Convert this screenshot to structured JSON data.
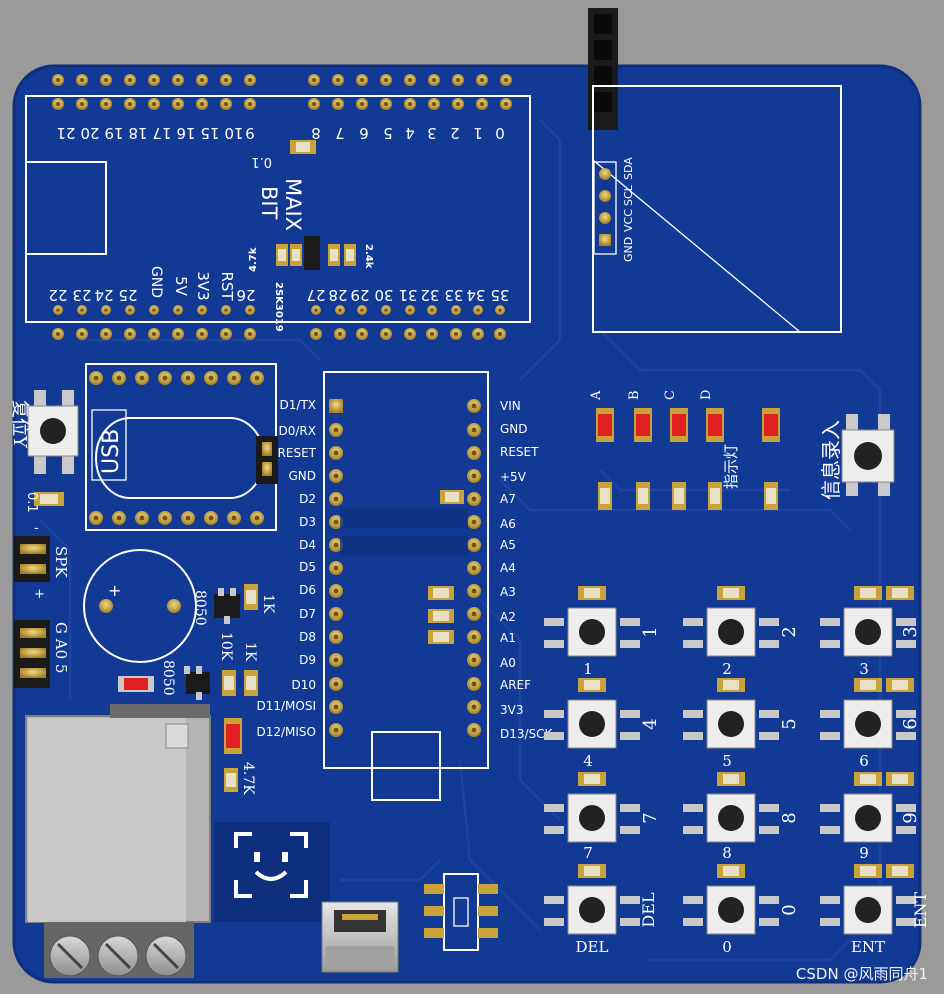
{
  "colors": {
    "background": "#9a9a9a",
    "board": "#123a94",
    "board_edge": "#0d2f7d",
    "silkscreen": "#ffffff",
    "pad_gold": "#c9a33a",
    "smd_body": "#e8e1c6",
    "led_red": "#e02020",
    "header_black": "#1a1a1a",
    "connector_gray": "#b9b9b9"
  },
  "maix_bit": {
    "name_line1": "MAIX",
    "name_line2": "BIT",
    "top_labels_left": [
      "21",
      "20",
      "19",
      "18",
      "17",
      "16",
      "15",
      "10",
      "9"
    ],
    "top_labels_right": [
      "8",
      "7",
      "6",
      "5",
      "4",
      "3",
      "2",
      "1",
      "0"
    ],
    "bottom_labels": [
      "22",
      "23",
      "24",
      "25",
      "GND",
      "5V",
      "3V3",
      "RST",
      "26",
      "27",
      "28",
      "29",
      "30",
      "31",
      "32",
      "33",
      "34",
      "35"
    ],
    "cap_label": "0.1",
    "res_left_label": "4.7k",
    "res_right_label": "2.4k",
    "mosfet_label": "2SK3019"
  },
  "oled": {
    "pins": [
      "GND",
      "VCC",
      "SCL",
      "SDA"
    ]
  },
  "arduino": {
    "left_pins": [
      "D1/TX",
      "D0/RX",
      "RESET",
      "GND",
      "D2",
      "D3",
      "D4",
      "D5",
      "D6",
      "D7",
      "D8",
      "D9",
      "D10",
      "D11/MOSI",
      "D12/MISO"
    ],
    "right_pins": [
      "VIN",
      "GND",
      "RESET",
      "+5V",
      "A7",
      "A6",
      "A5",
      "A4",
      "A3",
      "A2",
      "A1",
      "A0",
      "AREF",
      "3V3",
      "D13/SCK"
    ]
  },
  "usb_module": {
    "label": "USB"
  },
  "leds": {
    "labels": [
      "A",
      "B",
      "C",
      "D"
    ],
    "group_label": "指示灯"
  },
  "info_button_label": "信息录入",
  "left_button_label": "复位Y",
  "cap_left_label": "0.1",
  "speaker": {
    "header_label": "SPK",
    "plus": "+",
    "minus": "-"
  },
  "gao5": {
    "label": "G A0 5"
  },
  "buzzer": {
    "plus": "+"
  },
  "transistors": {
    "q1": "8050",
    "q2": "8050"
  },
  "resistors": {
    "r_1k_top": "1K",
    "r_10k": "10K",
    "r_1k": "1K",
    "r_4_7k": "4.7K"
  },
  "keypad": {
    "side_labels": [
      "1",
      "2",
      "3",
      "4",
      "5",
      "6",
      "7",
      "8",
      "9",
      "DEL",
      "0",
      "ENT"
    ],
    "bottom_labels": [
      "1",
      "2",
      "3",
      "4",
      "5",
      "6",
      "7",
      "8",
      "9",
      "DEL",
      "0",
      "ENT"
    ]
  },
  "watermark": "CSDN @风雨同舟1"
}
